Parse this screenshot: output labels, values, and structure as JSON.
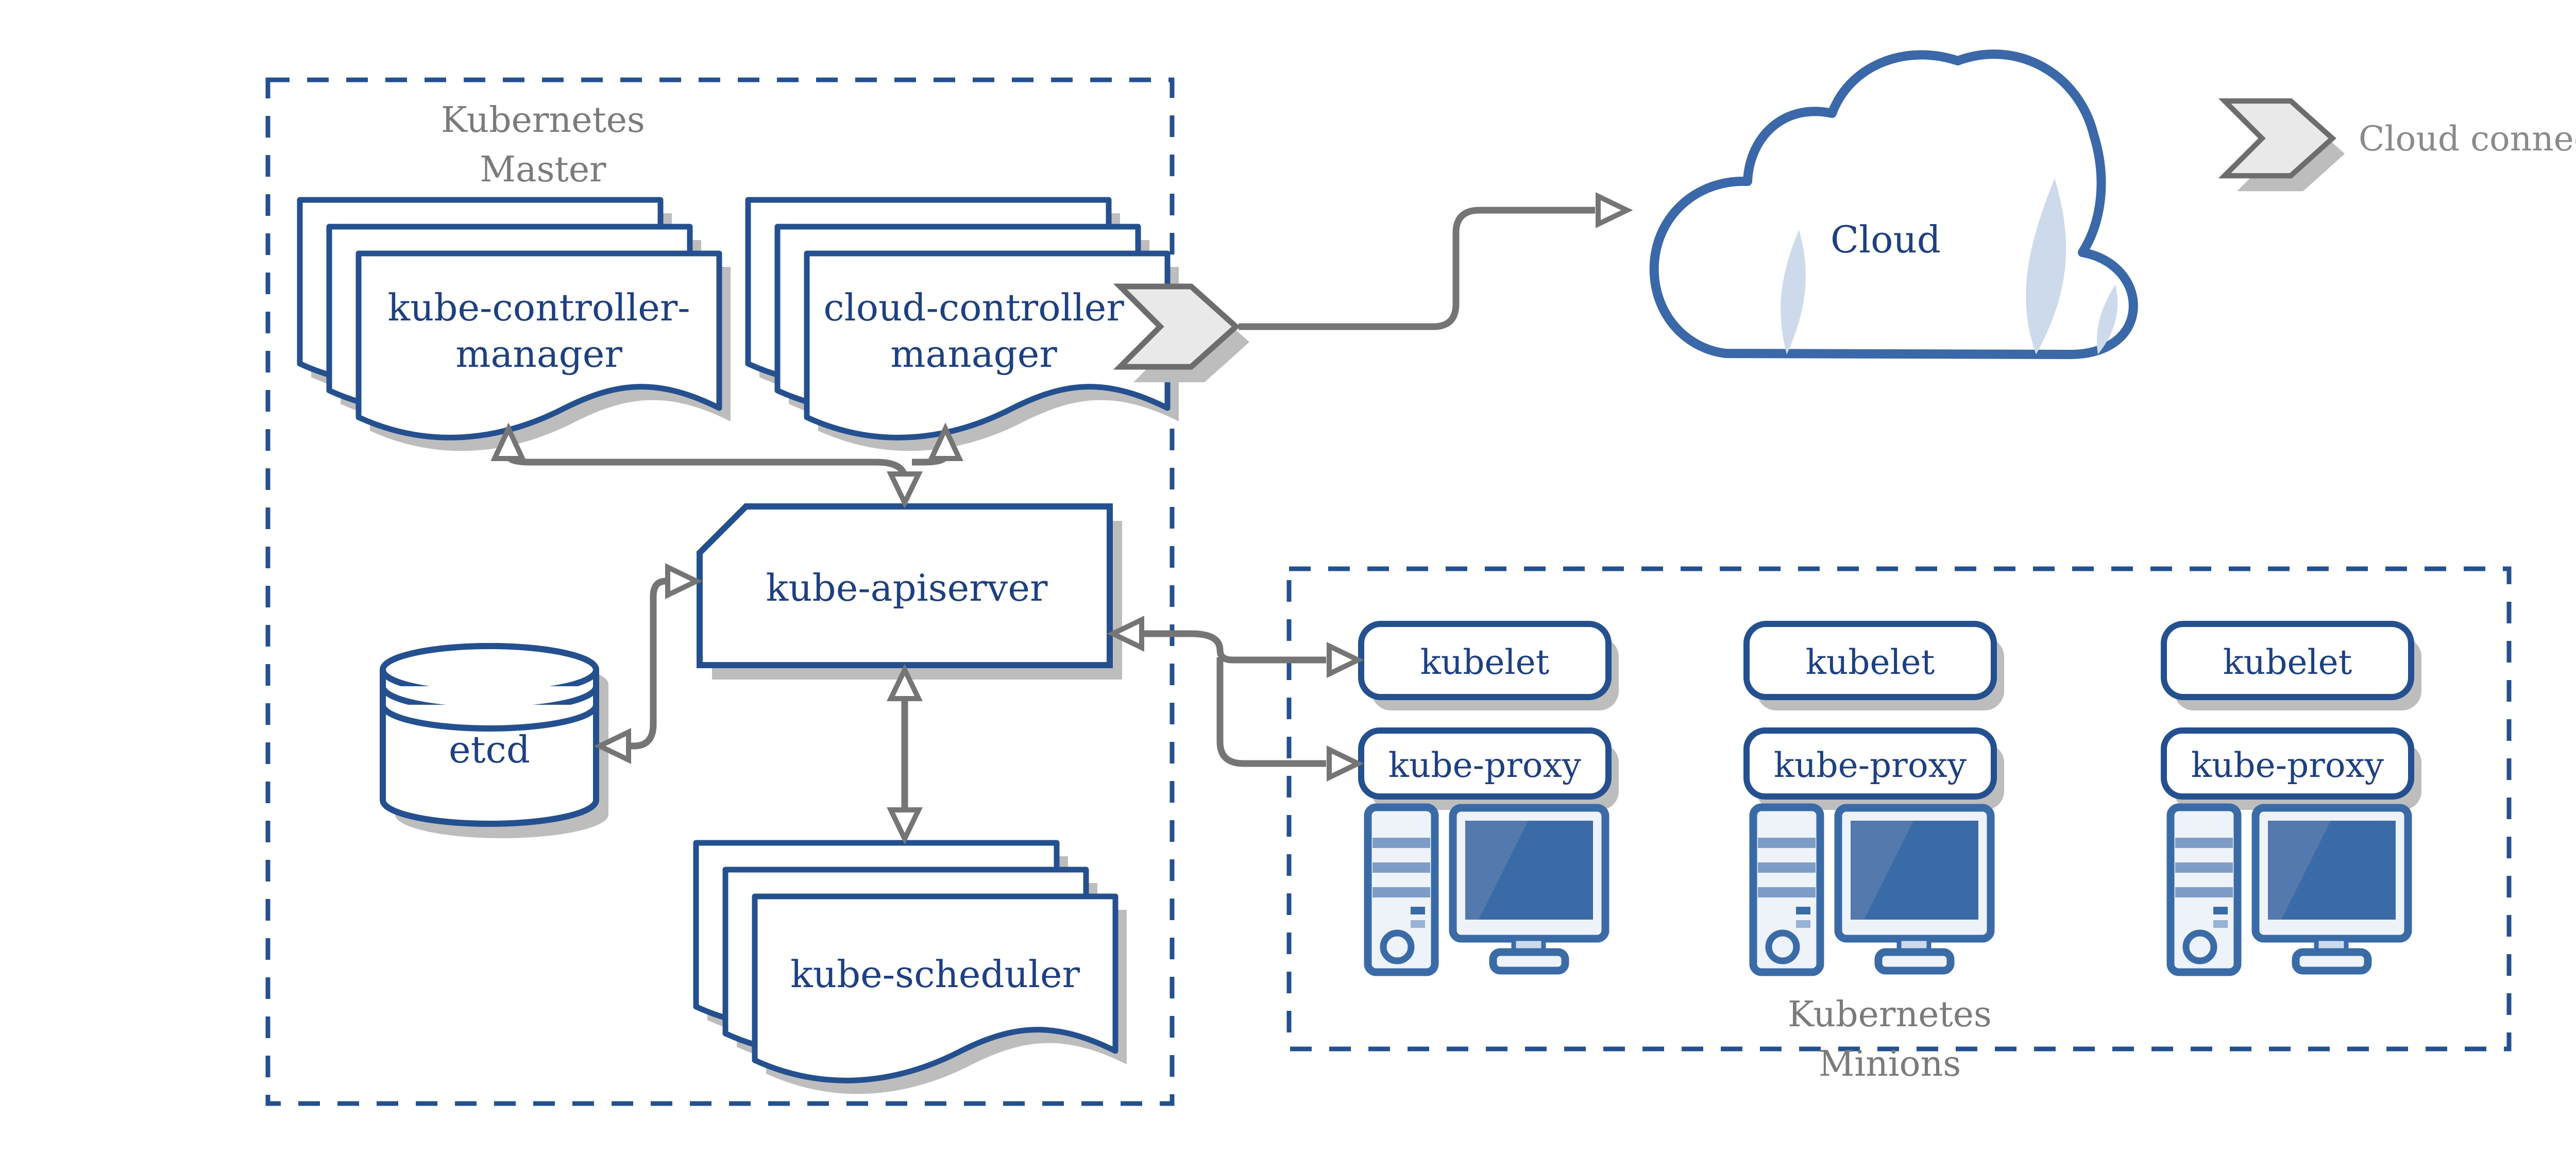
{
  "master": {
    "title1": "Kubernetes",
    "title2": "Master",
    "kube_controller_manager": {
      "line1": "kube-controller-",
      "line2": "manager"
    },
    "cloud_controller_manager": {
      "line1": "cloud-controller",
      "line2": "manager"
    },
    "kube_apiserver": "kube-apiserver",
    "etcd": "etcd",
    "kube_scheduler": "kube-scheduler"
  },
  "cloud": {
    "label": "Cloud"
  },
  "legend": {
    "label": "Cloud connector"
  },
  "minions": {
    "title1": "Kubernetes",
    "title2": "Minions",
    "nodes": [
      {
        "kubelet": "kubelet",
        "kube_proxy": "kube-proxy"
      },
      {
        "kubelet": "kubelet",
        "kube_proxy": "kube-proxy"
      },
      {
        "kubelet": "kubelet",
        "kube_proxy": "kube-proxy"
      }
    ]
  },
  "icons": {
    "cloud_connector": "chevron-arrow-icon",
    "minion_hardware": "workstation-icon",
    "etcd_store": "database-cylinder-icon",
    "controller_stacks": "document-stack-icon",
    "cloud_shape": "cloud-icon"
  },
  "colors": {
    "node_border_blue": "#24508f",
    "node_text_navy": "#1e4080",
    "cloud_border_blue": "#3a68a8",
    "workstation_blue": "#3a6ba7",
    "accent_pale_blue": "#ccdaec",
    "arrow_gray": "#757575",
    "region_label_gray": "#7b7b7b",
    "legend_text_gray": "#8a8a8a",
    "chevron_fill": "#e9e9e9",
    "shadow_gray": "#bdbdbd",
    "background": "#ffffff"
  }
}
